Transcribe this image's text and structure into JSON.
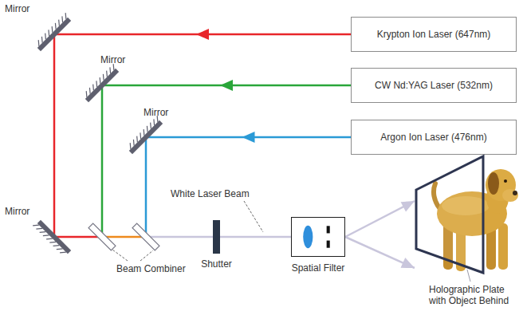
{
  "diagram": {
    "nodes": [
      {
        "text": [
          "Mirror"
        ]
      },
      {
        "text": [
          "Krypton Ion Laser (647nm)"
        ]
      },
      {
        "text": [
          "Mirror"
        ]
      },
      {
        "text": [
          "CW Nd:YAG Laser (532nm)"
        ]
      },
      {
        "text": [
          "Mirror"
        ]
      },
      {
        "text": [
          "Argon Ion Laser (476nm)"
        ]
      },
      {
        "text": [
          "Mirror"
        ]
      },
      {
        "text": [
          "Shutter"
        ]
      },
      {
        "text": [
          "Spatial Filter"
        ]
      },
      {
        "text": [
          "Holographic Plate with Object Behind"
        ]
      }
    ],
    "edges": [
      {
        "from": 1,
        "to": 0,
        "arrow": "to"
      },
      {
        "from": 3,
        "to": 2,
        "arrow": "to"
      },
      {
        "from": 5,
        "to": 4,
        "arrow": "to"
      },
      {
        "from": 0,
        "to": 6,
        "arrow": "none"
      },
      {
        "from": 6,
        "to": 7,
        "arrow": "none"
      },
      {
        "from": 7,
        "to": 8,
        "arrow": "none"
      },
      {
        "from": 8,
        "to": 9,
        "arrow": "to"
      }
    ],
    "labels": [
      "White Laser Beam",
      "Beam Combiner"
    ]
  }
}
